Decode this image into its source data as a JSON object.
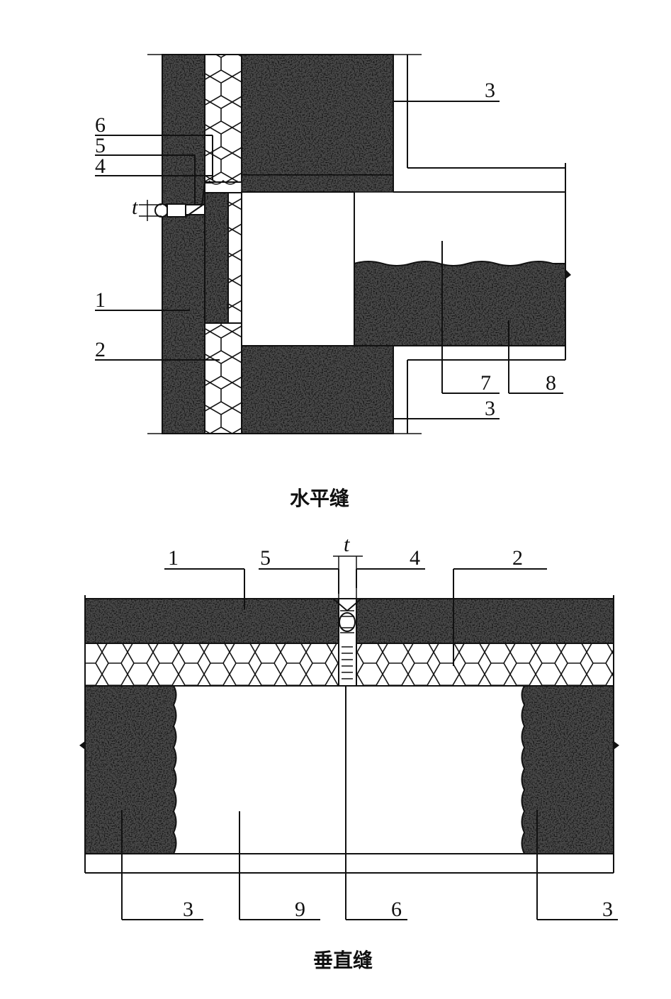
{
  "horizontal": {
    "caption": "水平缝",
    "labels": [
      "3",
      "6",
      "5",
      "4",
      "t",
      "1",
      "2",
      "7",
      "8",
      "3"
    ]
  },
  "vertical": {
    "caption": "垂直缝",
    "labels": [
      "1",
      "5",
      "t",
      "4",
      "2",
      "3",
      "9",
      "6",
      "3"
    ]
  },
  "colors": {
    "concrete": "#3a3a3a",
    "insulation_fill": "#ffffff",
    "line": "#111111"
  }
}
